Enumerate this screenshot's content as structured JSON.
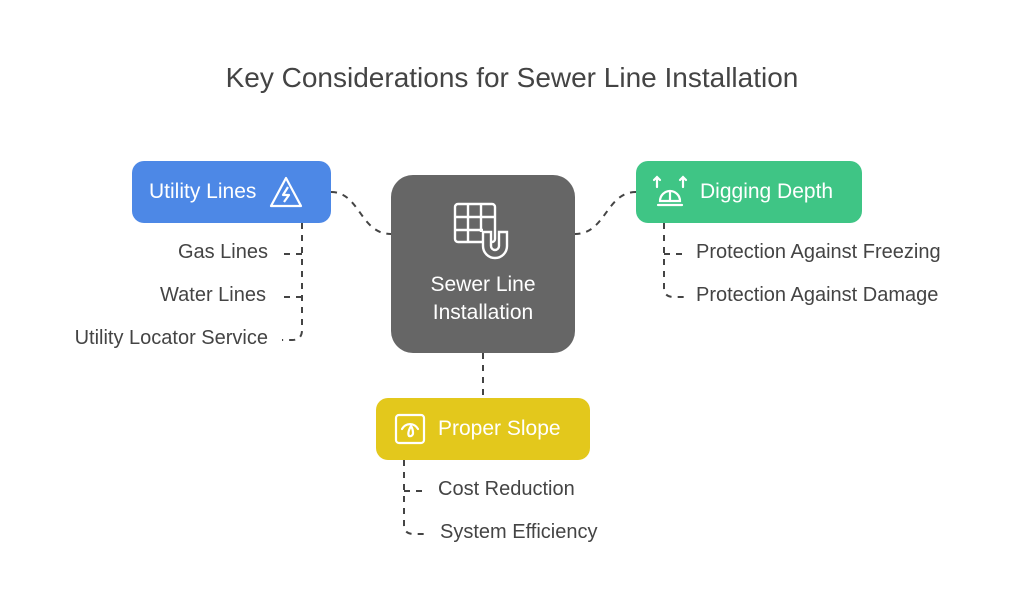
{
  "title": "Key Considerations for Sewer Line Installation",
  "colors": {
    "center": "#666666",
    "utility_lines": "#4d88e6",
    "digging_depth": "#3fc585",
    "proper_slope": "#e3c81c",
    "text": "#444444",
    "connector": "#444444"
  },
  "center": {
    "label": "Sewer Line Installation",
    "icon": "pipe-grid-icon"
  },
  "branches": [
    {
      "label": "Utility Lines",
      "icon": "high-voltage-warning-icon",
      "children": [
        "Gas Lines",
        "Water Lines",
        "Utility Locator Service"
      ]
    },
    {
      "label": "Digging Depth",
      "icon": "hard-hat-depth-icon",
      "children": [
        "Protection Against Freezing",
        "Protection Against Damage"
      ]
    },
    {
      "label": "Proper Slope",
      "icon": "gauge-icon",
      "children": [
        "Cost Reduction",
        "System Efficiency"
      ]
    }
  ]
}
